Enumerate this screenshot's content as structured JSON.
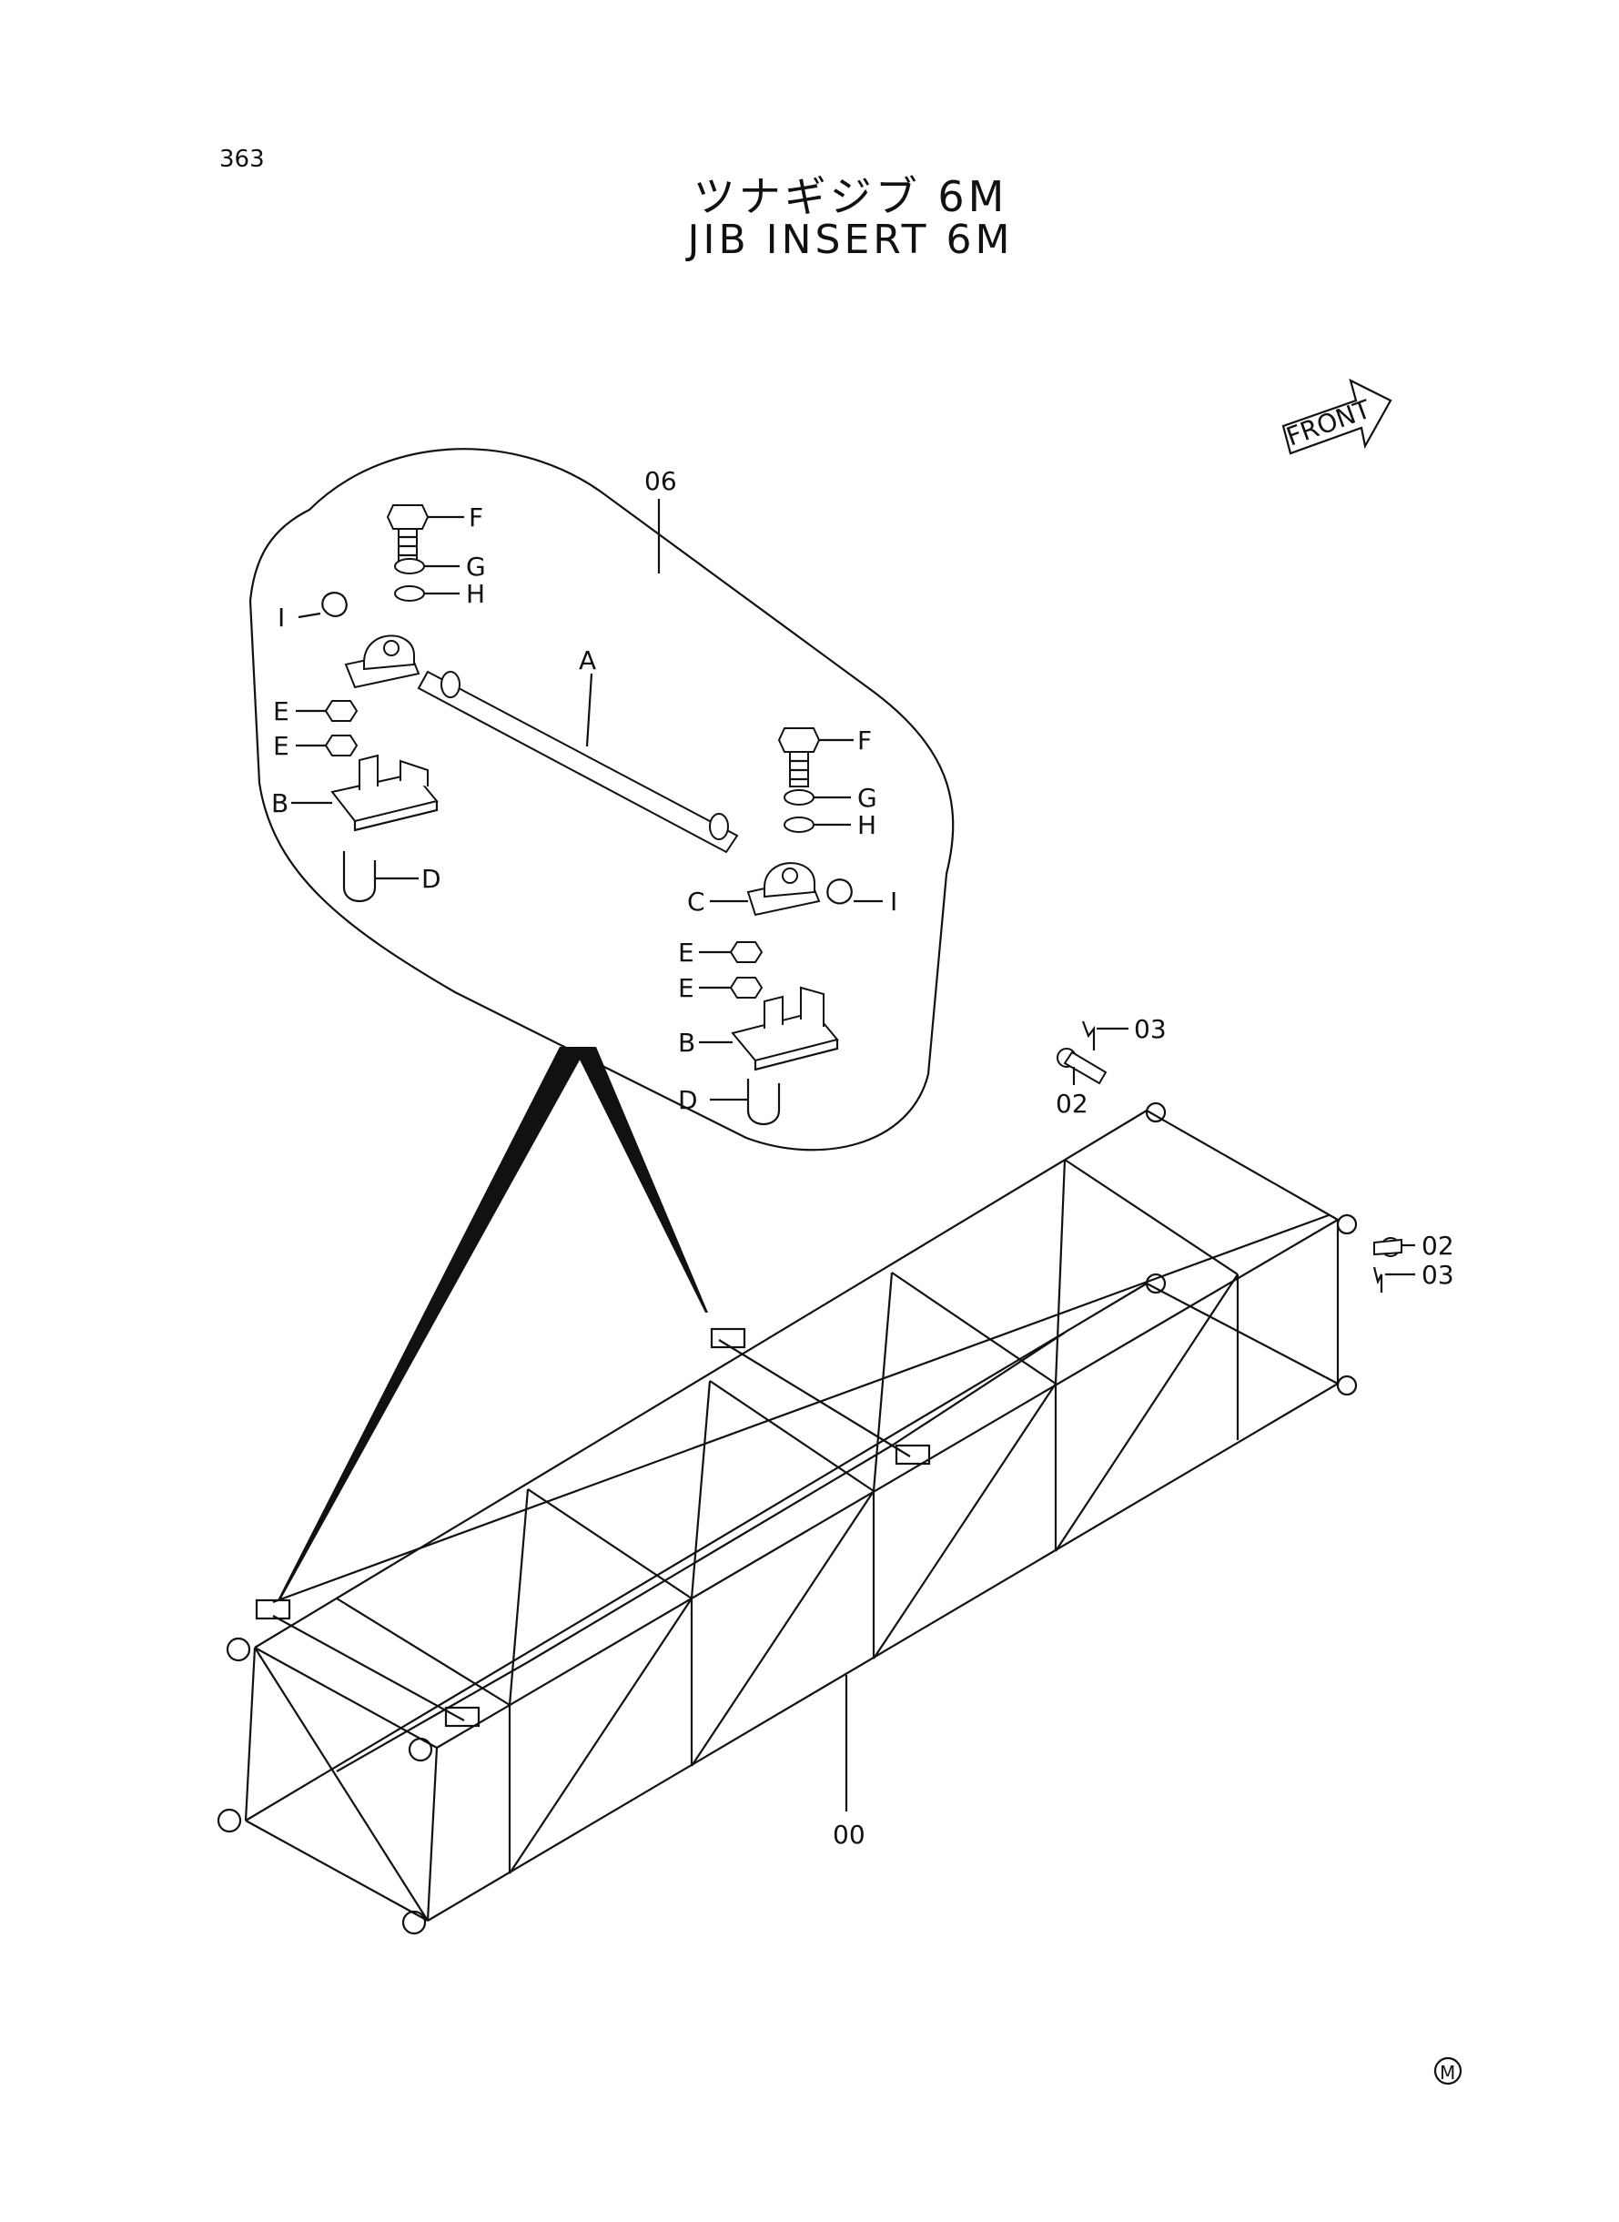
{
  "page_number": "363",
  "title_jp": "ツナギジブ 6M",
  "title_en": "JIB INSERT 6M",
  "front_label": "FRONT",
  "detail_group_callout": "06",
  "frame_callout": "00",
  "pin_callout": "02",
  "clip_callout": "03",
  "part_letters": {
    "shaft": "A",
    "bracket": "B",
    "bearing": "C",
    "u_bolt": "D",
    "nut": "E",
    "bolt": "F",
    "lock_washer": "G",
    "washer": "H",
    "snap_ring": "I"
  },
  "mark_symbol": "M"
}
